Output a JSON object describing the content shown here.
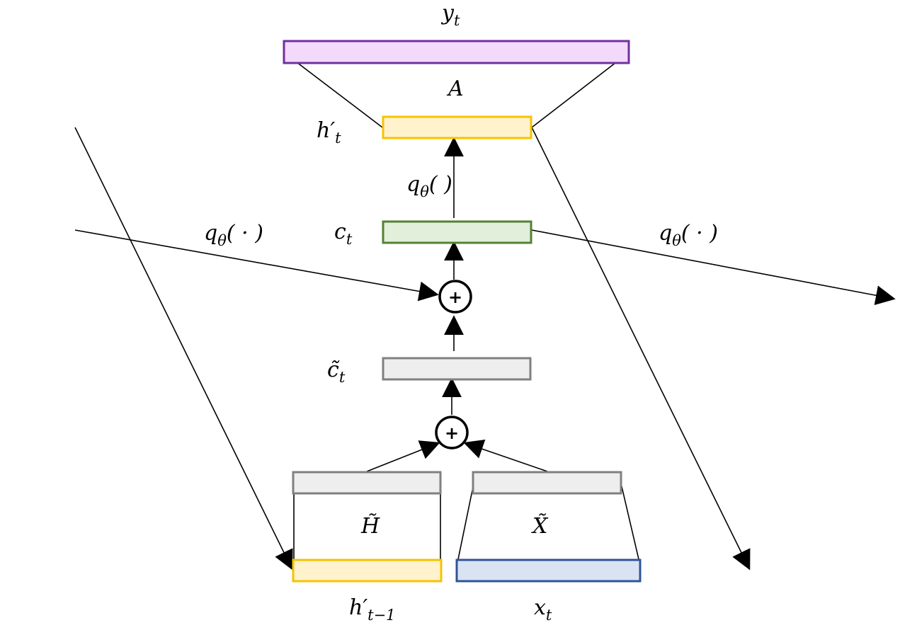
{
  "colors": {
    "output_fill": "#F3D9FA",
    "output_stroke": "#7030A0",
    "hidden_fill": "#FFF2CC",
    "hidden_stroke": "#F4C400",
    "cell_fill": "#E2EFDA",
    "cell_stroke": "#538135",
    "gray_fill": "#EEEEEE",
    "gray_stroke": "#808080",
    "input_fill": "#DAE3F3",
    "input_stroke": "#2F5597",
    "line": "#000000"
  },
  "labels": {
    "y": "y",
    "y_sub": "t",
    "A": "A",
    "h": "h′",
    "h_sub": "t",
    "q_mid": "q",
    "q_mid_sub": "θ",
    "q_mid_paren": "(   )",
    "c": "c",
    "c_sub": "t",
    "q_left": "q",
    "q_left_sub": "θ",
    "q_left_paren": "( · )",
    "q_right": "q",
    "q_right_sub": "θ",
    "q_right_paren": "( · )",
    "ctilde": "c̃",
    "ctilde_sub": "t",
    "Htilde": "H̃",
    "Xtilde": "X̃",
    "hprev": "h′",
    "hprev_sub": "t−1",
    "x": "x",
    "x_sub": "t",
    "plus_top": "+",
    "plus_bottom": "+"
  }
}
